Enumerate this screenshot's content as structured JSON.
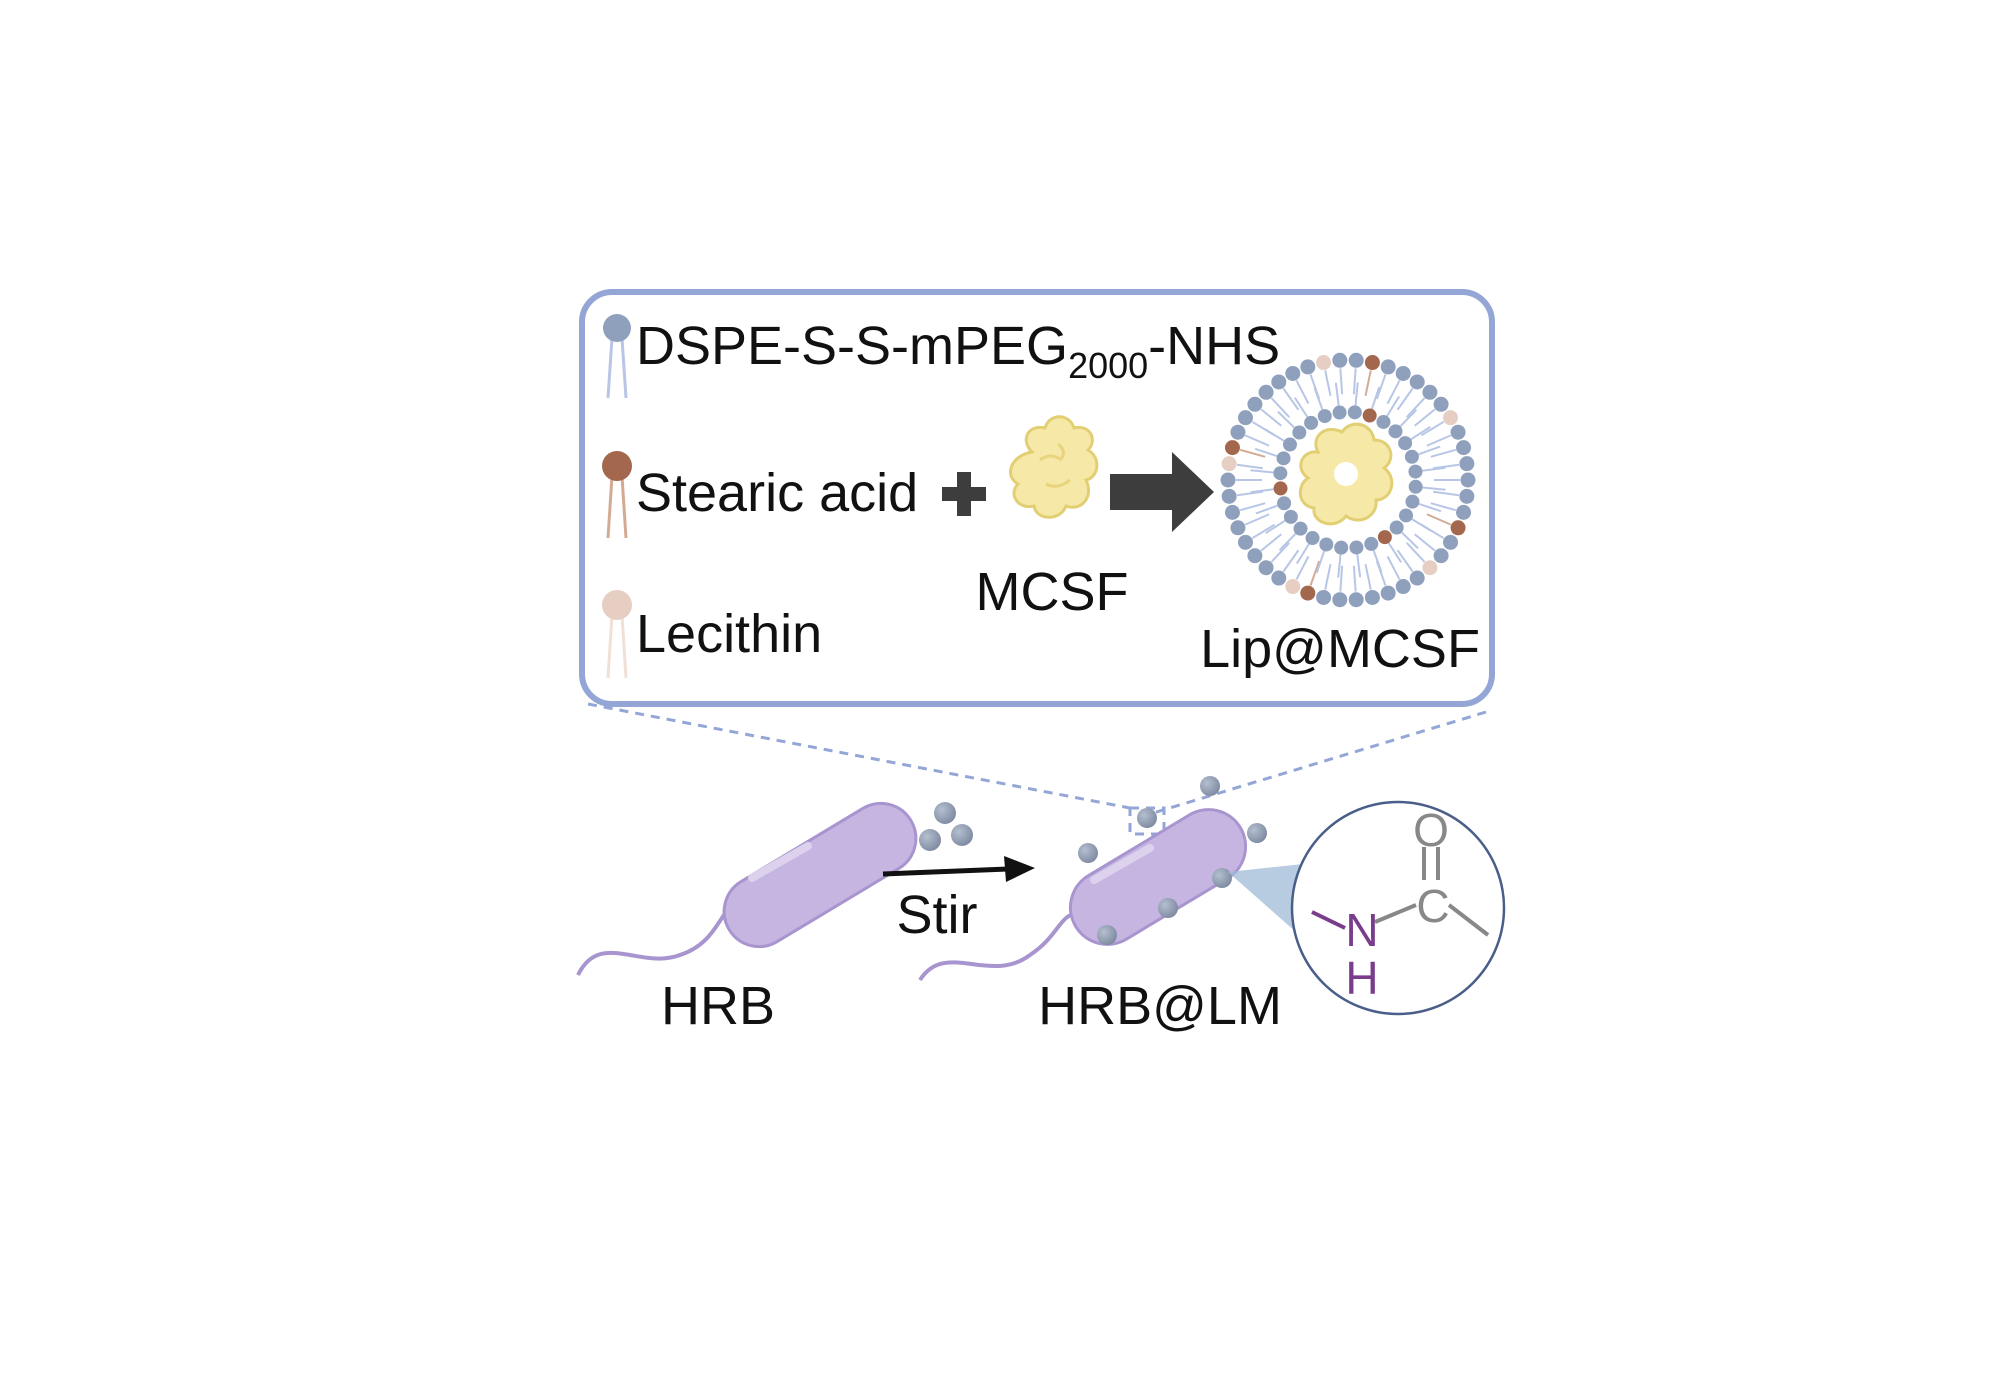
{
  "panel": {
    "legend": {
      "items": [
        {
          "label": "DSPE-S-S-mPEG",
          "subscript": "2000",
          "suffix": "-NHS",
          "color": "#8fa0bd",
          "tail_color": "#b8c6e6"
        },
        {
          "label": "Stearic acid",
          "subscript": "",
          "suffix": "",
          "color": "#a3674e",
          "tail_color": "#d3ab94"
        },
        {
          "label": "Lecithin",
          "subscript": "",
          "suffix": "",
          "color": "#e6cfc2",
          "tail_color": "#f1e0d6"
        }
      ]
    },
    "protein_label": "MCSF",
    "liposome_label": "Lip@MCSF"
  },
  "bottom": {
    "bacterium_label": "HRB",
    "stir_label": "Stir",
    "coated_label": "HRB@LM",
    "bond": {
      "o": "O",
      "c": "C",
      "n": "N",
      "h": "H"
    }
  },
  "colors": {
    "panel_border": "#93a6d6",
    "bacteria": "#c5b5e0",
    "bacteria_edge": "#a895cf",
    "nanoparticle": "#8d99ad",
    "protein": "#f6e9a8",
    "protein_edge": "#e2cf74",
    "arrow": "#3d3d3d",
    "amide_n": "#7a3d8c",
    "amide_c": "#888888"
  }
}
